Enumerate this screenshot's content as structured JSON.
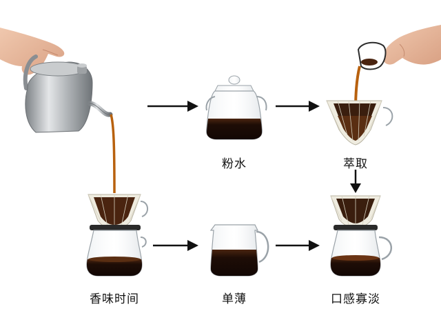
{
  "labels": {
    "step_b": "粉水",
    "step_c": "萃取",
    "step_d": "香味时间",
    "step_e": "单薄",
    "step_f": "口感寡淡"
  },
  "colors": {
    "arrow": "#111111",
    "coffee": "#1e0d06",
    "coffee_stream": "#b8610e",
    "glass": "#9aa2a8",
    "steel": "#a9adb0",
    "filter": "#eae6d8",
    "background": "#ffffff"
  },
  "icons": [
    "gooseneck-kettle-icon",
    "glass-teapot-icon",
    "pour-over-dripper-icon",
    "dripper-on-carafe-icon",
    "glass-server-icon",
    "arrow-right-icon",
    "arrow-down-icon",
    "hand-icon",
    "milk-cup-icon"
  ]
}
